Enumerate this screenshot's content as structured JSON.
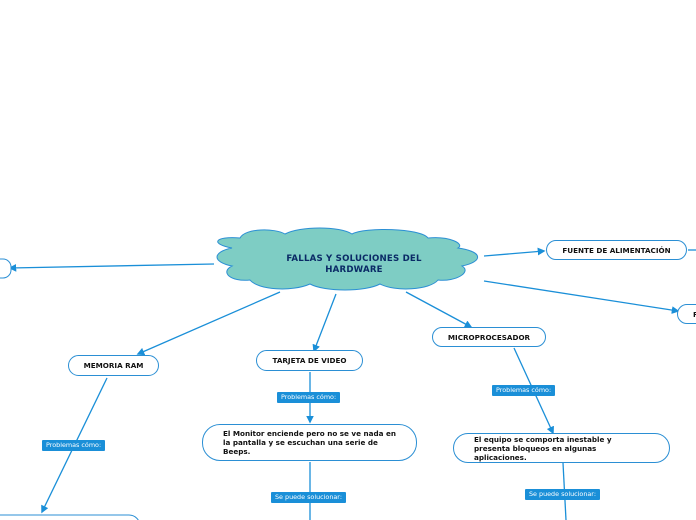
{
  "central": {
    "title": "FALLAS Y SOLUCIONES DEL HARDWARE"
  },
  "topics": {
    "memoria": "MEMORIA RAM",
    "video": "TARJETA DE VIDEO",
    "micro": "MICROPROCESADOR",
    "fuente": "FUENTE DE ALIMENTACIÓN",
    "right_edge": "F"
  },
  "tags": {
    "memoria_problemas": "Problemas cómo:",
    "video_problemas": "Problemas cómo:",
    "micro_problemas": "Problemas cómo:",
    "video_solucion": "Se puede solucionar:",
    "micro_solucion": "Se puede  solucionar:"
  },
  "details": {
    "video_problem": "El Monitor enciende pero no se ve nada en la pantalla y se escuchan una serie de Beeps.",
    "micro_problem": "El equipo se comporta inestable y presenta bloqueos en algunas aplicaciones."
  },
  "colors": {
    "cloud_fill": "#7ecdc4",
    "cloud_stroke": "#2b8fd4",
    "connector": "#1a8fd8",
    "tag_fill": "#1a8fd8",
    "title_text": "#0a2a66"
  }
}
